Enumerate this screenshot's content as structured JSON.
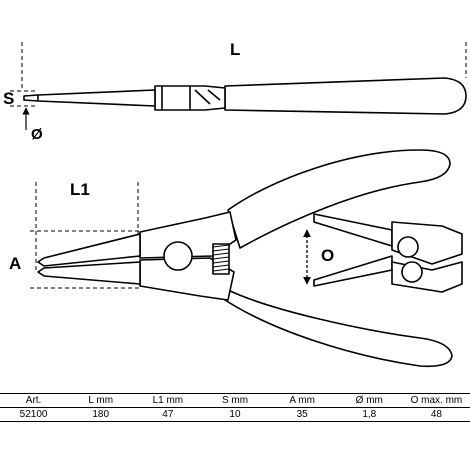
{
  "dimensions": {
    "L": "L",
    "S": "S",
    "diameter": "Ø",
    "L1": "L1",
    "A": "A",
    "O": "O"
  },
  "table": {
    "headers": [
      "Art.",
      "L  mm",
      "L1  mm",
      "S  mm",
      "A  mm",
      "Ø  mm",
      "O  max.  mm"
    ],
    "rows": [
      [
        "52100",
        "180",
        "47",
        "10",
        "35",
        "1,8",
        "48"
      ]
    ]
  }
}
